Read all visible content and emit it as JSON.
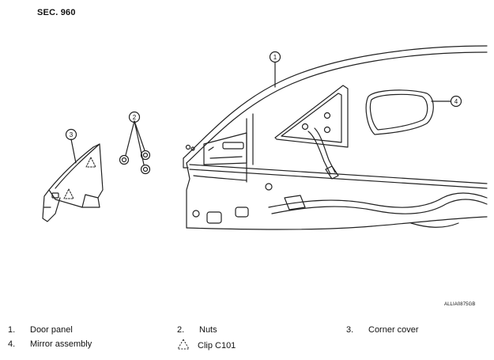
{
  "header": {
    "section": "SEC. 960"
  },
  "figure": {
    "code": "ALLIA0875GB",
    "callouts": [
      "1",
      "2",
      "3",
      "4"
    ]
  },
  "legend": {
    "items": [
      {
        "num": "1.",
        "label": "Door panel"
      },
      {
        "num": "2.",
        "label": "Nuts"
      },
      {
        "num": "3.",
        "label": "Corner cover"
      },
      {
        "num": "4.",
        "label": "Mirror assembly"
      }
    ],
    "clip": {
      "symbol": "triangle-clip-icon",
      "label": "Clip C101"
    }
  }
}
